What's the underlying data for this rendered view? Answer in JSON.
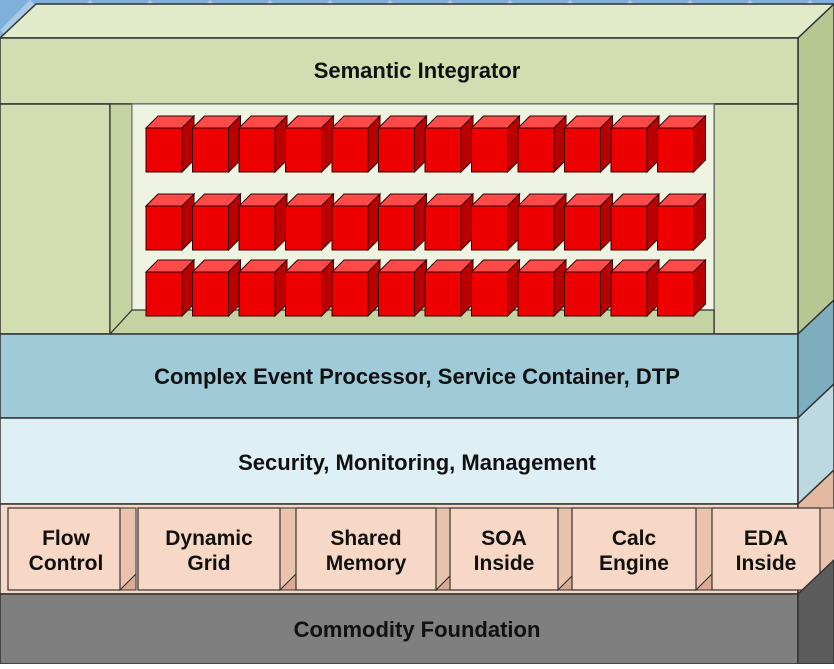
{
  "diagram": {
    "top_layer": "Semantic Integrator",
    "event_layer": "Complex Event Processor, Service Container, DTP",
    "management_layer": "Security, Monitoring, Management",
    "modules": [
      {
        "line1": "Flow",
        "line2": "Control"
      },
      {
        "line1": "Dynamic",
        "line2": "Grid"
      },
      {
        "line1": "Shared",
        "line2": "Memory"
      },
      {
        "line1": "SOA",
        "line2": "Inside"
      },
      {
        "line1": "Calc",
        "line2": "Engine"
      },
      {
        "line1": "EDA",
        "line2": "Inside"
      }
    ],
    "foundation_layer": "Commodity Foundation",
    "cube_grid": {
      "rows": 3,
      "columns": 12
    }
  },
  "colors": {
    "green_layer": "#d2deb2",
    "blue_layer": "#9fcbd8",
    "light_blue_layer": "#dff0f5",
    "module_fill": "#f7d7c5",
    "foundation": "#7f7f7f",
    "cube": "#ee0000"
  }
}
